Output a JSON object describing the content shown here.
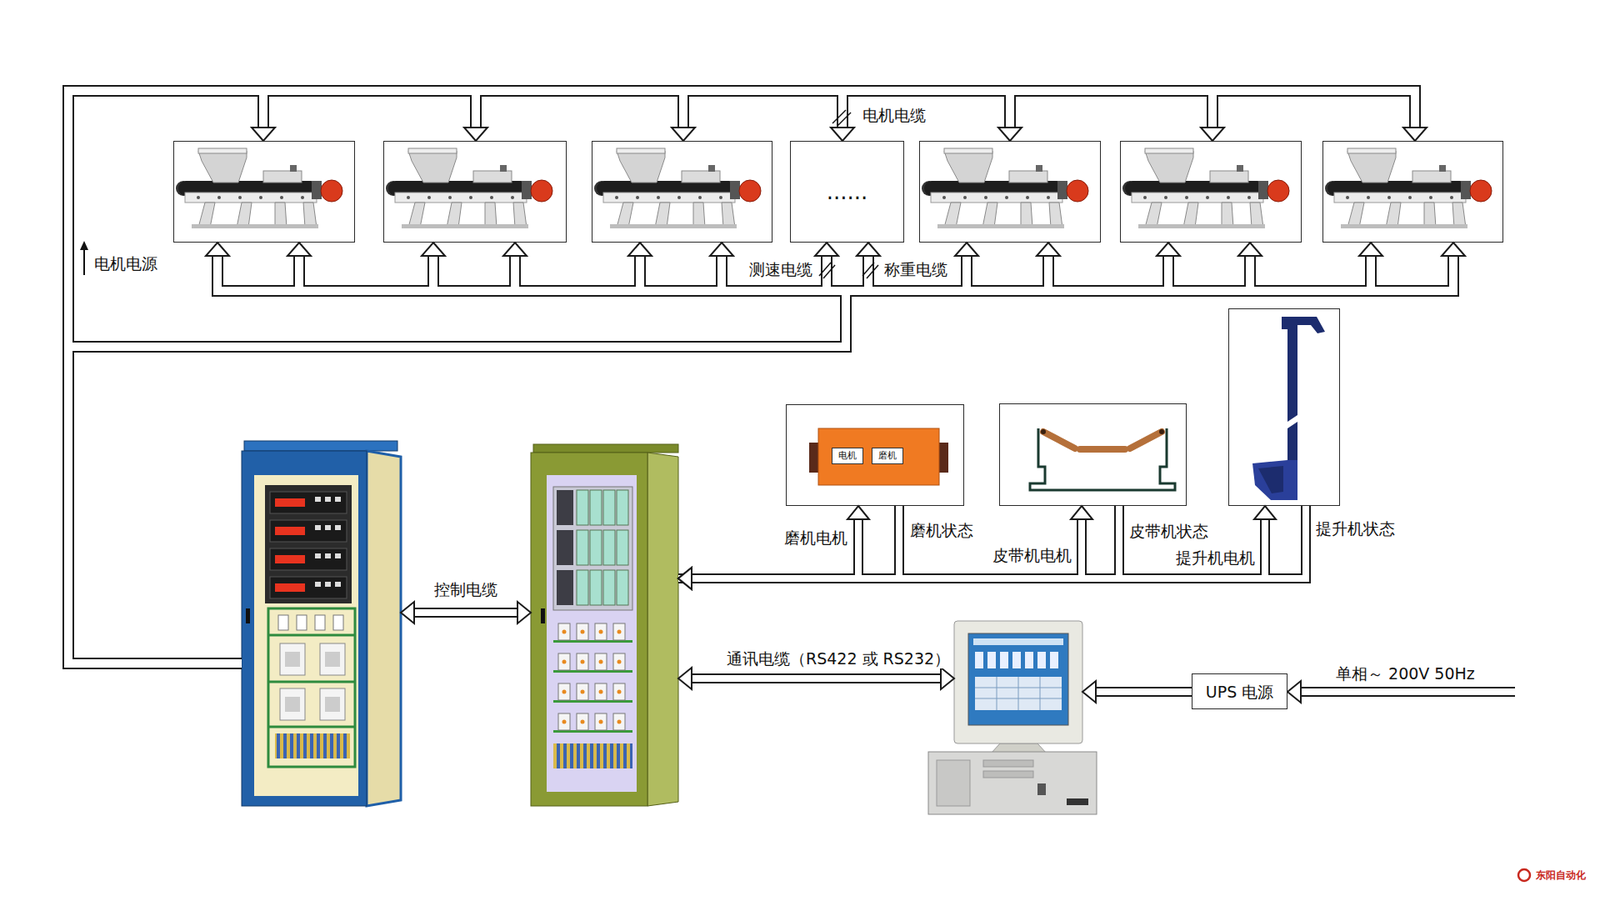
{
  "diagram": {
    "nodes": [
      {
        "text": []
      },
      {
        "text": []
      },
      {
        "text": []
      },
      {
        "text": [
          "......"
        ]
      },
      {
        "text": []
      },
      {
        "text": []
      },
      {
        "text": []
      },
      {
        "text": []
      },
      {
        "text": [
          "电机"
        ],
        "in": 7
      },
      {
        "text": [
          "磨机"
        ],
        "in": 7
      },
      {
        "text": []
      },
      {
        "text": []
      },
      {
        "text": []
      },
      {
        "text": []
      },
      {
        "text": []
      },
      {
        "text": [
          "UPS 电源"
        ]
      }
    ],
    "edges": [
      {
        "from": 12,
        "to": 0,
        "arrow": "to"
      },
      {
        "from": 12,
        "to": 1,
        "arrow": "to"
      },
      {
        "from": 12,
        "to": 2,
        "arrow": "to"
      },
      {
        "from": 12,
        "to": 3,
        "label": "电机电缆",
        "arrow": "to"
      },
      {
        "from": 12,
        "to": 4,
        "arrow": "to"
      },
      {
        "from": 12,
        "to": 5,
        "arrow": "to"
      },
      {
        "from": 12,
        "to": 6,
        "arrow": "to"
      },
      {
        "from": 12,
        "to": 0,
        "arrow": "to"
      },
      {
        "from": 12,
        "to": 1,
        "arrow": "to"
      },
      {
        "from": 12,
        "to": 2,
        "arrow": "to"
      },
      {
        "from": 12,
        "to": 3,
        "label": "测速电缆",
        "arrow": "to"
      },
      {
        "from": 12,
        "to": 4,
        "arrow": "to"
      },
      {
        "from": 12,
        "to": 5,
        "arrow": "to"
      },
      {
        "from": 12,
        "to": 6,
        "arrow": "to"
      },
      {
        "from": 12,
        "to": 0,
        "arrow": "to"
      },
      {
        "from": 12,
        "to": 1,
        "arrow": "to"
      },
      {
        "from": 12,
        "to": 2,
        "arrow": "to"
      },
      {
        "from": 12,
        "to": 3,
        "label": "称重电缆",
        "arrow": "to"
      },
      {
        "from": 12,
        "to": 4,
        "arrow": "to"
      },
      {
        "from": 12,
        "to": 5,
        "arrow": "to"
      },
      {
        "from": 12,
        "to": 6,
        "arrow": "to"
      },
      {
        "from": 12,
        "to": 13,
        "label": "控制电缆",
        "arrow": "both"
      },
      {
        "from": 13,
        "to": 14,
        "label": "通讯电缆（RS422 或 RS232）",
        "arrow": "both"
      },
      {
        "from": 15,
        "to": 14,
        "arrow": "to"
      },
      {
        "from": 13,
        "to": 7,
        "label": "磨机电机",
        "arrow": "to"
      },
      {
        "from": 7,
        "to": 13,
        "label": "磨机状态",
        "arrow": "to"
      },
      {
        "from": 13,
        "to": 10,
        "label": "皮带机电机",
        "arrow": "to"
      },
      {
        "from": 10,
        "to": 13,
        "label": "皮带机状态",
        "arrow": "to"
      },
      {
        "from": 13,
        "to": 11,
        "label": "提升机电机",
        "arrow": "to"
      },
      {
        "from": 11,
        "to": 13,
        "label": "提升机状态",
        "arrow": "to"
      }
    ],
    "labels": [
      "电机电源",
      "单相～ 200V 50Hz",
      "东阳自动化"
    ]
  }
}
